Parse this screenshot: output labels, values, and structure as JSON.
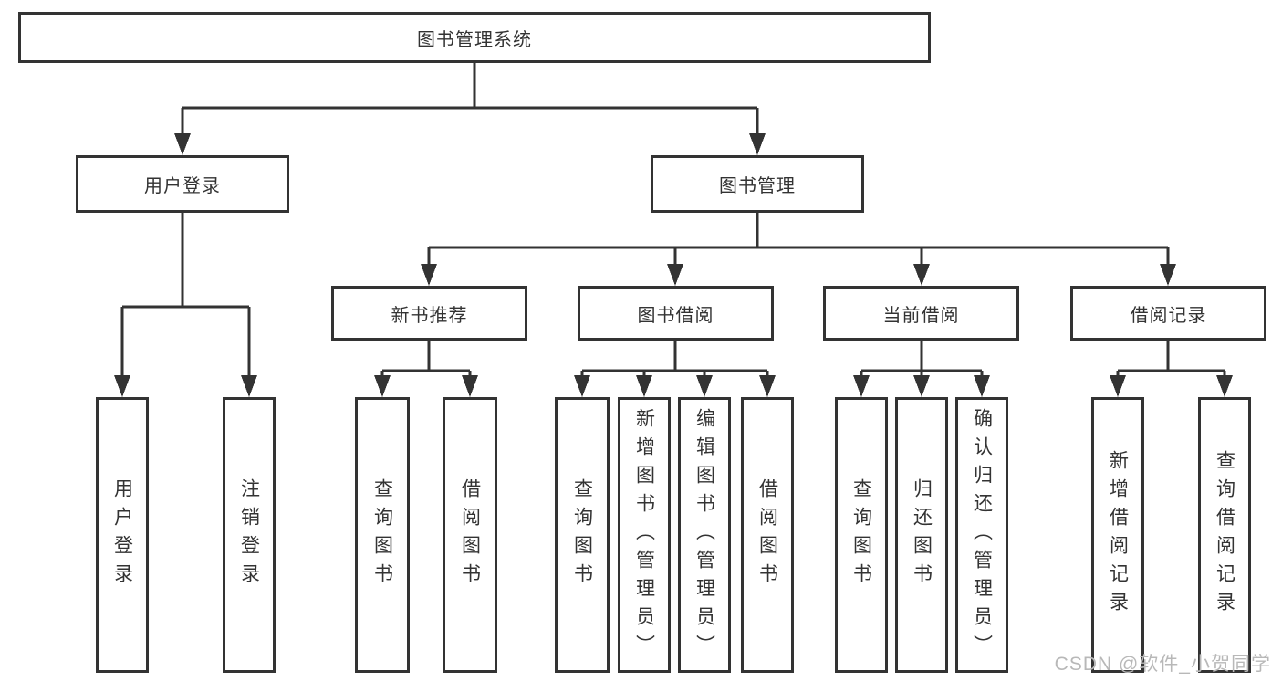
{
  "diagram": {
    "root": "图书管理系统",
    "level2": {
      "userLogin": "用户登录",
      "bookManagement": "图书管理"
    },
    "level3": {
      "newBookRecommend": "新书推荐",
      "bookBorrowing": "图书借阅",
      "currentBorrowing": "当前借阅",
      "borrowingRecords": "借阅记录"
    },
    "leaves": {
      "userLogin": "用户登录",
      "logout": "注销登录",
      "recommendQueryBooks": "查询图书",
      "recommendBorrowBooks": "借阅图书",
      "borrowQueryBooks": "查询图书",
      "borrowAddBooks": "新增图书（管理员）",
      "borrowEditBooks": "编辑图书（管理员）",
      "borrowBorrowBooks": "借阅图书",
      "currentQueryBooks": "查询图书",
      "currentReturnBooks": "归还图书",
      "currentConfirmReturn": "确认归还（管理员）",
      "recordsAddRecord": "新增借阅记录",
      "recordsQueryRecord": "查询借阅记录"
    }
  },
  "watermark": "CSDN @软件_小贺同学",
  "colors": {
    "line": "#333333",
    "text": "#333333",
    "watermark_text": "#b8b8b8",
    "background": "#ffffff"
  }
}
